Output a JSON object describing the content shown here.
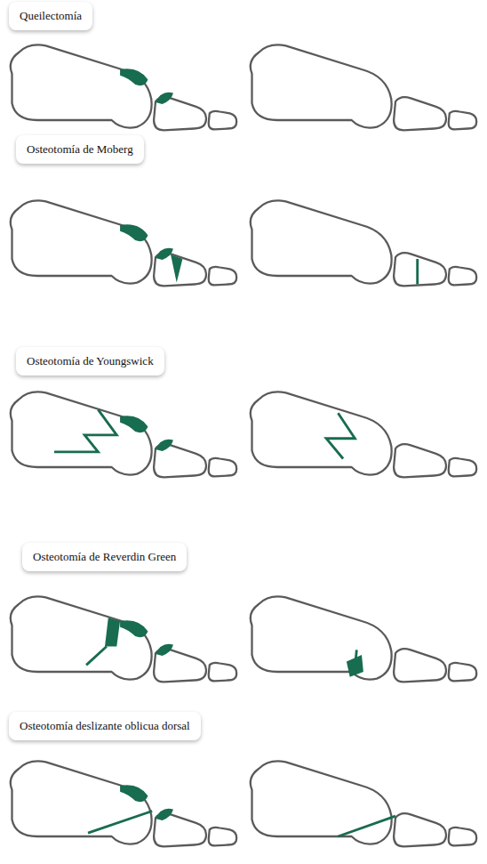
{
  "diagram": {
    "nodes": [
      {
        "text": [
          "Queilectomía"
        ]
      },
      {
        "text": [
          "Osteotomía de Moberg"
        ]
      },
      {
        "text": [
          "Osteotomía de Youngswick"
        ]
      },
      {
        "text": [
          "Osteotomía de Reverdin Green"
        ]
      },
      {
        "text": [
          "Osteotomía deslizante oblicua dorsal"
        ]
      }
    ]
  }
}
